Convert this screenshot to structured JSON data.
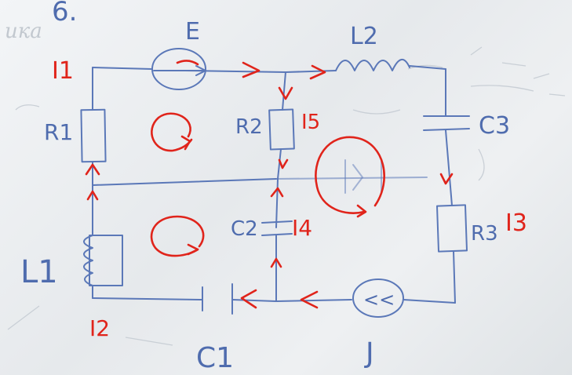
{
  "header": {
    "title_fragment": "6.",
    "side_note": "ика"
  },
  "sources": {
    "emf": "E",
    "current_source": "J",
    "current_source_symbol": "<<"
  },
  "components": {
    "r1": "R1",
    "r2": "R2",
    "r3": "R3",
    "l1": "L1",
    "l2": "L2",
    "c1": "C1",
    "c2": "C2",
    "c3": "C3"
  },
  "currents": {
    "i1": "I1",
    "i2": "I2",
    "i3": "I3",
    "i4": "I4",
    "i5": "I5"
  },
  "colors": {
    "ink_blue": "#5b78b8",
    "ink_red": "#e0241b",
    "board": "#eceff1"
  }
}
